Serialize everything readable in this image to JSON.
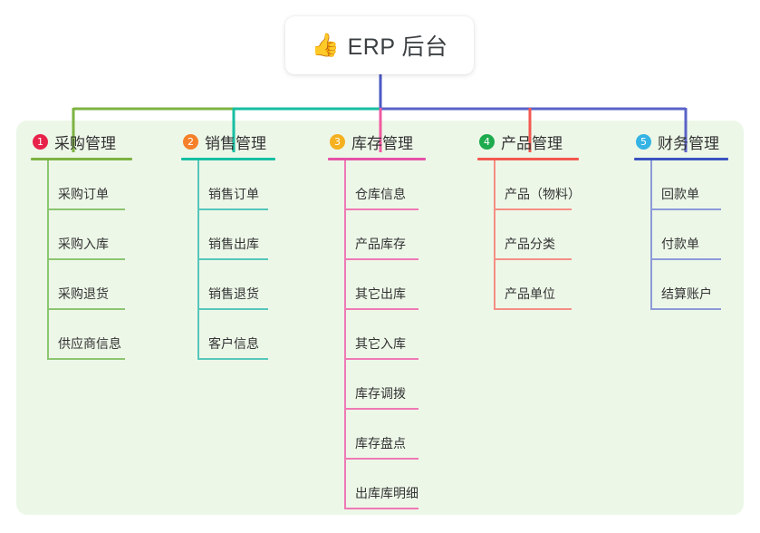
{
  "root": {
    "icon": "thumbs-up-emoji",
    "emoji": "👍",
    "title": "ERP 后台"
  },
  "colors": {
    "panel_background": "#edf7e8",
    "page_background": "#ffffff",
    "trunk": "#4b58c4",
    "bus_left": "#7cb342",
    "bus_mid": "#17bfa2",
    "bus_right": "#5a63c8",
    "text": "#333333"
  },
  "columns": [
    {
      "number": "1",
      "title": "采购管理",
      "badge_color": "#e8234a",
      "rule_color": "#7cb342",
      "drop_color": "#7cb342",
      "leaf_color": "#8cc571",
      "leaves": [
        "采购订单",
        "采购入库",
        "采购退货",
        "供应商信息"
      ]
    },
    {
      "number": "2",
      "title": "销售管理",
      "badge_color": "#f5802a",
      "rule_color": "#17bfa2",
      "drop_color": "#17bfa2",
      "leaf_color": "#56c7bb",
      "leaves": [
        "销售订单",
        "销售出库",
        "销售退货",
        "客户信息"
      ]
    },
    {
      "number": "3",
      "title": "库存管理",
      "badge_color": "#f5b120",
      "rule_color": "#e552a8",
      "drop_color": "#ef5ba1",
      "leaf_color": "#ef79b5",
      "leaves": [
        "仓库信息",
        "产品库存",
        "其它出库",
        "其它入库",
        "库存调拨",
        "库存盘点",
        "出库库明细"
      ]
    },
    {
      "number": "4",
      "title": "产品管理",
      "badge_color": "#1eab4e",
      "rule_color": "#f2584f",
      "drop_color": "#f2584f",
      "leaf_color": "#f58e85",
      "leaves": [
        "产品（物料）",
        "产品分类",
        "产品单位"
      ]
    },
    {
      "number": "5",
      "title": "财务管理",
      "badge_color": "#34b3e4",
      "rule_color": "#3a53bf",
      "drop_color": "#5a63c8",
      "leaf_color": "#8c9ad8",
      "leaves": [
        "回款单",
        "付款单",
        "结算账户"
      ]
    }
  ]
}
